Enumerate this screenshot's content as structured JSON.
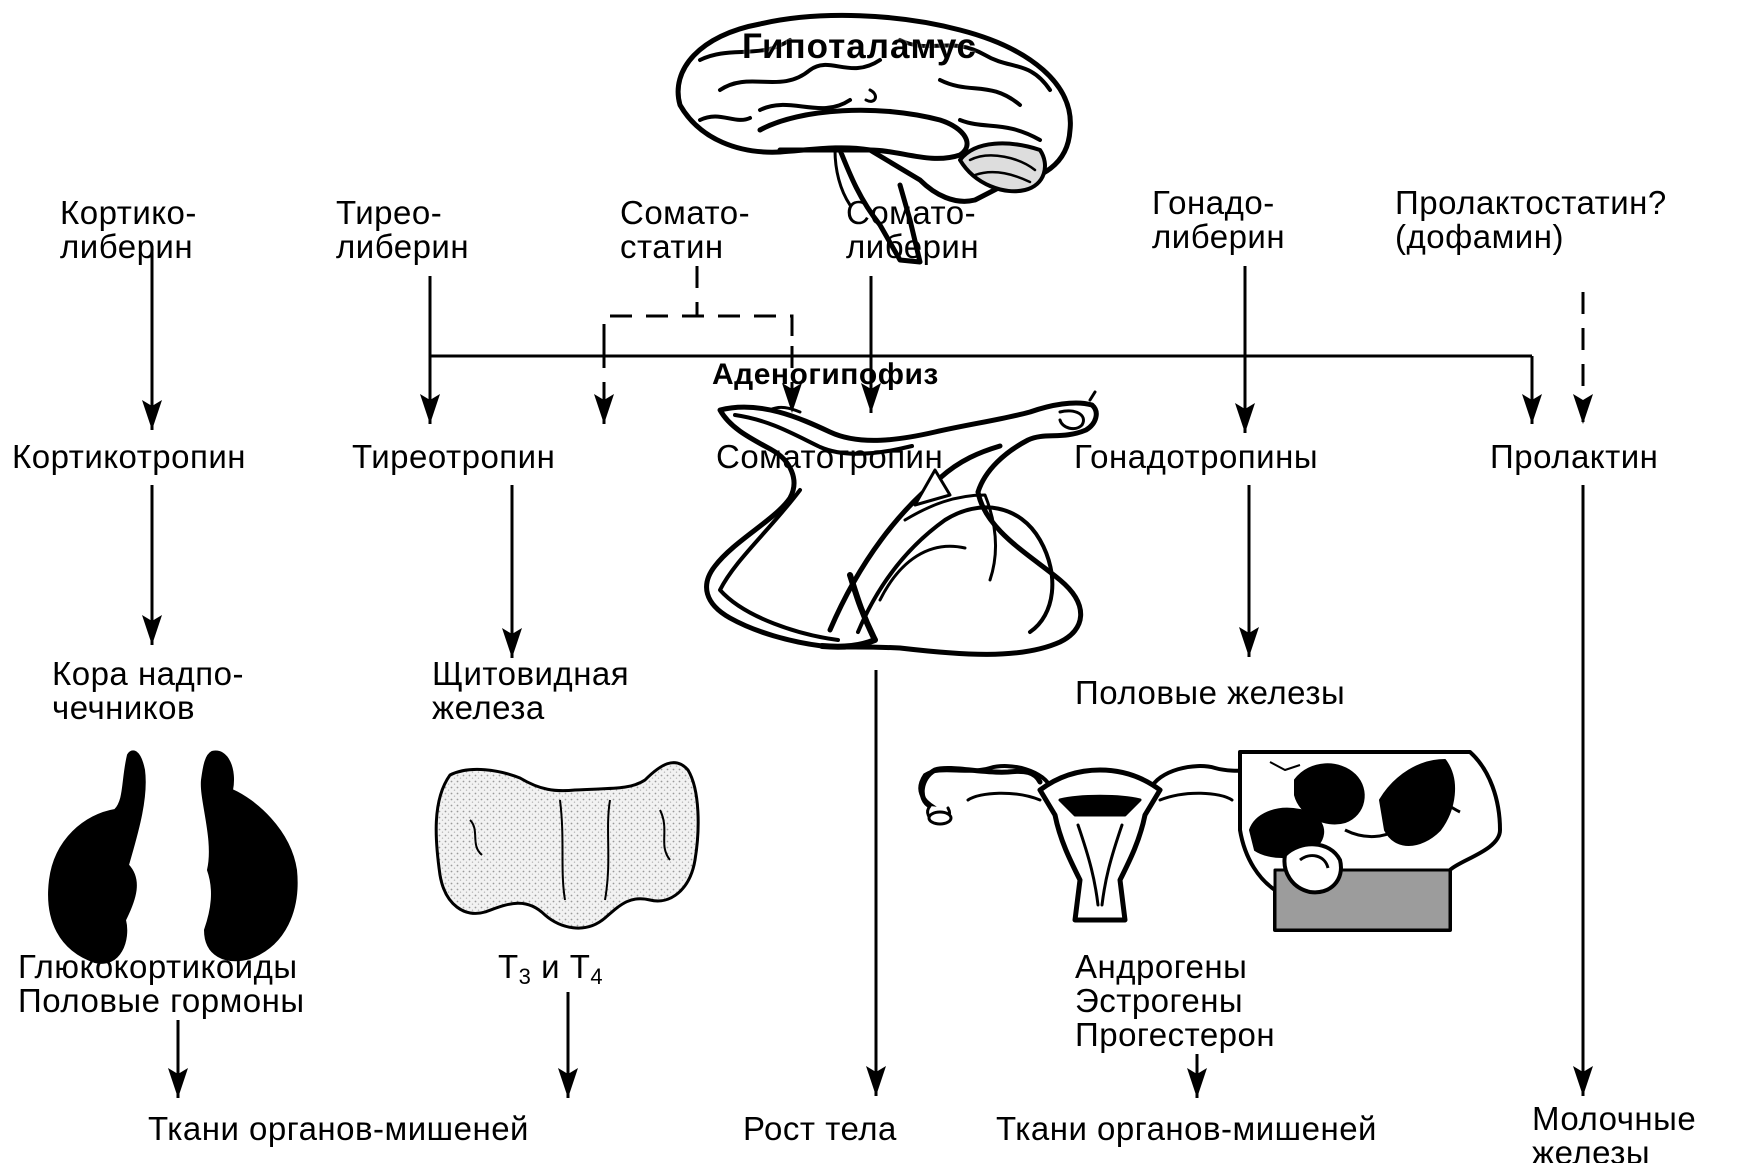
{
  "hypothalamus": {
    "title": "Гипоталамус"
  },
  "releasing": {
    "cortico": "Кортико-\nлиберин",
    "thyreo": "Тирео-\nлиберин",
    "somatostatin": "Сомато-\nстатин",
    "somatoliberin": "Сомато-\nлиберин",
    "gonado": "Гонадо-\nлиберин",
    "prolactostatin": "Пролактостатин?\n(дофамин)"
  },
  "pituitary": {
    "title": "Аденогипофиз"
  },
  "tropins": {
    "corticotropin": "Кортикотропин",
    "thyreotropin": "Тиреотропин",
    "somatotropin": "Соматотропин",
    "gonadotropins": "Гонадотропины",
    "prolactin": "Пролактин"
  },
  "glands": {
    "adrenal_cortex": "Кора надпо-\nчечников",
    "thyroid": "Щитовидная\nжелеза",
    "gonads": "Половые железы"
  },
  "hormones": {
    "adrenal": "Глюкокортикоиды\nПоловые гормоны",
    "thyroid_t3": "Т",
    "thyroid_t3_sub": "3",
    "thyroid_and": " и ",
    "thyroid_t4": "Т",
    "thyroid_t4_sub": "4",
    "gonadal": "Андрогены\nЭстрогены\nПрогестерон"
  },
  "targets": {
    "left_tissues": "Ткани органов-мишеней",
    "body_growth": "Рост тела",
    "right_tissues": "Ткани органов-мишеней",
    "mammary": "Молочные\nжелезы"
  }
}
